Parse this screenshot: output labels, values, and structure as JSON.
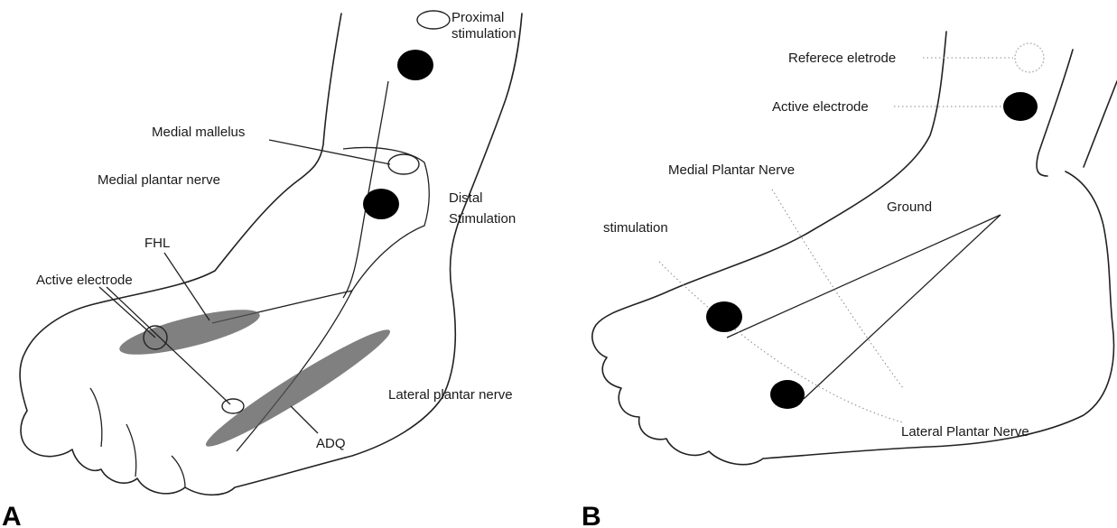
{
  "panels": {
    "a": {
      "letter": "A",
      "labels": {
        "proximal_stimulation_1": "Proximal",
        "proximal_stimulation_2": "stimulation",
        "medial_mallelus": "Medial mallelus",
        "medial_plantar_nerve": "Medial plantar nerve",
        "distal_stimulation_1": "Distal",
        "distal_stimulation_2": "Stimulation",
        "fhl": "FHL",
        "active_electrode": "Active electrode",
        "lateral_plantar_nerve": "Lateral plantar nerve",
        "adq": "ADQ"
      }
    },
    "b": {
      "letter": "B",
      "labels": {
        "reference_electrode": "Referece eletrode",
        "active_electrode": "Active electrode",
        "medial_plantar_nerve": "Medial Plantar Nerve",
        "ground": "Ground",
        "stimulation": "stimulation",
        "lateral_plantar_nerve": "Lateral Plantar Nerve"
      }
    }
  }
}
